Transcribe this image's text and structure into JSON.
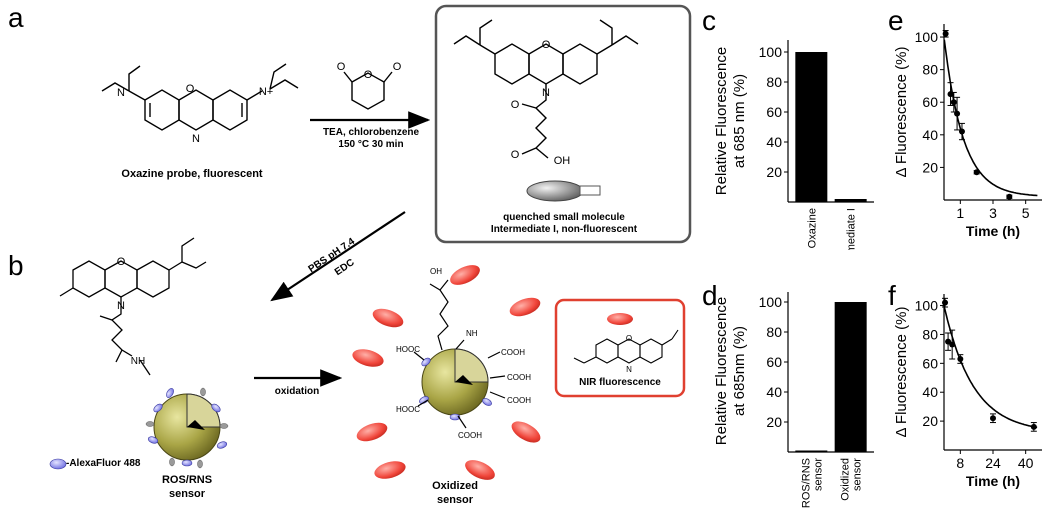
{
  "panels": {
    "a": "a",
    "b": "b",
    "c": "c",
    "d": "d",
    "e": "e",
    "f": "f"
  },
  "scheme": {
    "oxazine_caption": "Oxazine probe, fluorescent",
    "reagents_1_line1": "TEA, chlorobenzene",
    "reagents_1_line2": "150 °C 30 min",
    "intermediate_line1": "quenched small molecule",
    "intermediate_line2": "Intermediate I, non-fluorescent",
    "reagents_2_line1": "PBS pH 7.4",
    "reagents_2_line2": "EDC",
    "oxidation": "oxidation",
    "legend_alexa": "-AlexaFluor 488",
    "sensor_line1": "ROS/RNS",
    "sensor_line2": "sensor",
    "oxidized_line1": "Oxidized",
    "oxidized_line2": "sensor",
    "nir": "NIR fluorescence",
    "cooh": "COOH",
    "hooc": "HOOC",
    "oh": "OH",
    "nh": "NH",
    "n": "N",
    "o": "O",
    "nplus": "N+"
  },
  "chart_data": [
    {
      "id": "c",
      "type": "bar",
      "ylabel_line1": "Relative Fluorescence",
      "ylabel_line2": "at 685 nm (%)",
      "categories": [
        "Oxazine",
        "Intermediate I"
      ],
      "values": [
        100,
        2
      ],
      "yticks": [
        20,
        40,
        60,
        80,
        100
      ],
      "ylim": [
        0,
        108
      ]
    },
    {
      "id": "d",
      "type": "bar",
      "ylabel_line1": "Relative Fluorescence",
      "ylabel_line2": "at 685nm (%)",
      "categories": [
        "ROS/RNS sensor",
        "Oxidized sensor"
      ],
      "category_lines": [
        [
          "ROS/RNS",
          "sensor"
        ],
        [
          "Oxidized",
          "sensor"
        ]
      ],
      "values": [
        1,
        100
      ],
      "yticks": [
        20,
        40,
        60,
        80,
        100
      ],
      "ylim": [
        0,
        108
      ]
    },
    {
      "id": "e",
      "type": "scatter",
      "ylabel": "Δ Fluorescence (%)",
      "xlabel": "Time (h)",
      "xticks": [
        1,
        3,
        5
      ],
      "yticks": [
        20,
        40,
        60,
        80,
        100
      ],
      "xlim": [
        0,
        6
      ],
      "ylim": [
        0,
        108
      ],
      "points": [
        {
          "x": 0.1,
          "y": 102,
          "err": 2
        },
        {
          "x": 0.4,
          "y": 65,
          "err": 7
        },
        {
          "x": 0.6,
          "y": 60,
          "err": 6
        },
        {
          "x": 0.8,
          "y": 53,
          "err": 10
        },
        {
          "x": 1.1,
          "y": 42,
          "err": 5
        },
        {
          "x": 2.0,
          "y": 17,
          "err": 1
        },
        {
          "x": 4.0,
          "y": 2,
          "err": 1
        }
      ],
      "fit": {
        "type": "exp_decay",
        "y0": 100,
        "k": 0.85,
        "floor": 2
      }
    },
    {
      "id": "f",
      "type": "scatter",
      "ylabel": "Δ Fluorescence (%)",
      "xlabel": "Time (h)",
      "xticks": [
        8,
        24,
        40
      ],
      "yticks": [
        20,
        40,
        60,
        80,
        100
      ],
      "xlim": [
        0,
        48
      ],
      "ylim": [
        0,
        108
      ],
      "points": [
        {
          "x": 0.5,
          "y": 102,
          "err": 3
        },
        {
          "x": 2,
          "y": 75,
          "err": 6
        },
        {
          "x": 4,
          "y": 73,
          "err": 10
        },
        {
          "x": 8,
          "y": 63,
          "err": 3
        },
        {
          "x": 24,
          "y": 22,
          "err": 3
        },
        {
          "x": 44,
          "y": 16,
          "err": 3
        }
      ],
      "fit": {
        "type": "exp_decay",
        "y0": 100,
        "k": 0.07,
        "floor": 12
      }
    }
  ]
}
